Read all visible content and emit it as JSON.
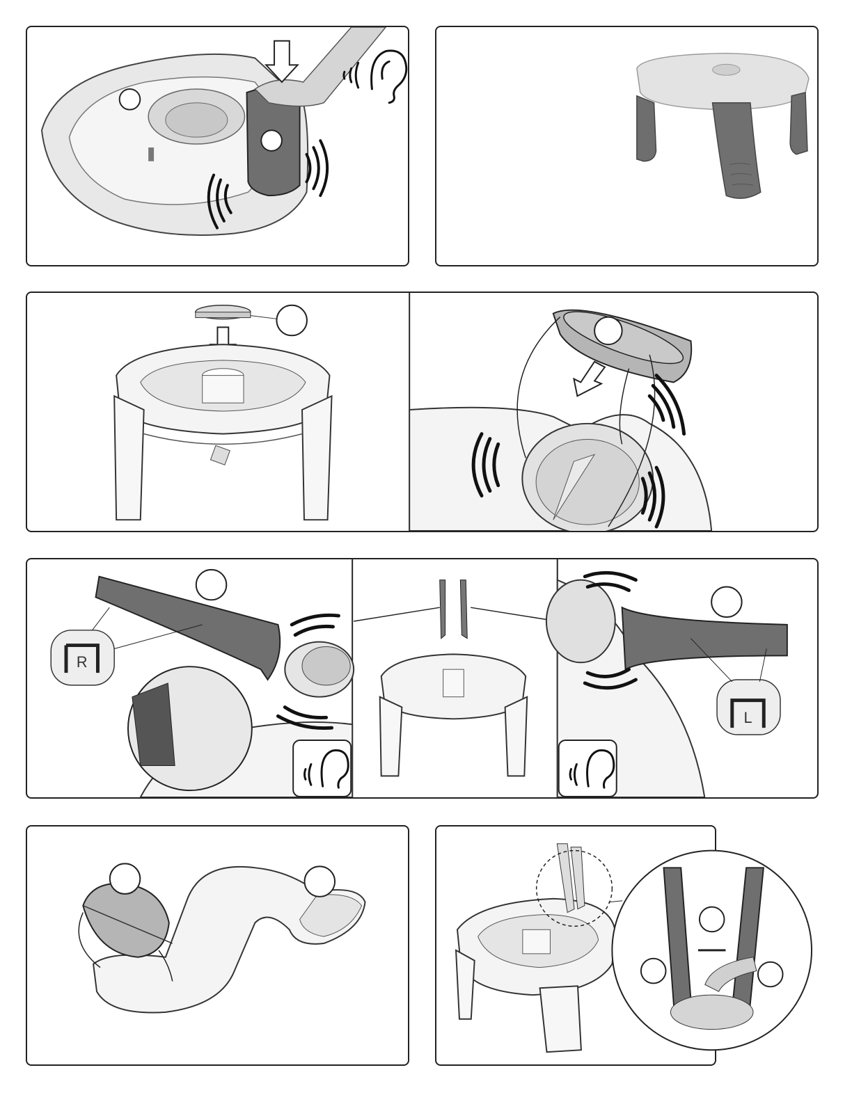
{
  "panels": [
    {
      "id": "step-1",
      "callouts": [
        "",
        ""
      ]
    },
    {
      "id": "step-2",
      "callouts": []
    },
    {
      "id": "step-3a",
      "callouts": [
        ""
      ]
    },
    {
      "id": "step-3b",
      "callouts": [
        ""
      ]
    },
    {
      "id": "step-4",
      "callouts": [
        "",
        ""
      ],
      "leg_labels": {
        "right": "R",
        "left": "L"
      }
    },
    {
      "id": "step-5",
      "callouts": [
        "",
        ""
      ]
    },
    {
      "id": "step-6",
      "callouts": [
        "",
        "",
        ""
      ]
    }
  ],
  "icons": [
    "ear-listen-icon",
    "down-arrow-icon",
    "snap-sound-icon"
  ],
  "colors": {
    "outline": "#222222",
    "part_light": "#e6e6e6",
    "part_dark": "#6f6f6f",
    "part_mid": "#b5b5b5"
  }
}
